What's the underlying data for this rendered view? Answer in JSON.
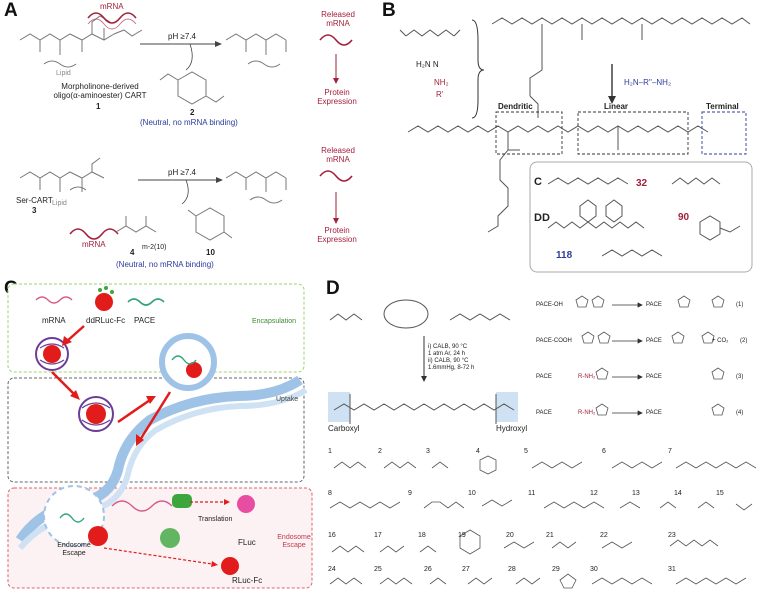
{
  "panel_a": {
    "letter": "A",
    "top_mrna": "mRNA",
    "ph_condition_top": "pH ≥7.4",
    "top_lipid": "Lipid",
    "cart1_name": "Morpholinone-derived\noligo(α-aminoester) CART",
    "cart1_number": "1",
    "product2_number": "2",
    "product2_note": "(Neutral, no mRNA binding)",
    "released_mrna_top": "Released\nmRNA",
    "protein_expression_top": "Protein\nExpression",
    "cart3_name": "Ser-CART",
    "cart3_number": "3",
    "bottom_lipid": "Lipid",
    "bottom_mrna": "mRNA",
    "ph_condition_bottom": "pH ≥7.4",
    "product4_number": "4",
    "product4_sub": "m-2(10)",
    "product10_number": "10",
    "product10_note": "(Neutral, no mRNA binding)",
    "released_mrna_bottom": "Released\nmRNA",
    "protein_expression_bottom": "Protein\nExpression"
  },
  "panel_b": {
    "letter": "B",
    "reagent_amine": "H₂N    N",
    "reagent_nh2": "NH₂",
    "reagent_r": "R'",
    "endcap": "H₂N–R''–NH₂",
    "dendritic": "Dendritic",
    "linear": "Linear",
    "terminal": "Terminal",
    "box_c": "C",
    "box_dd": "DD",
    "num_32": "32",
    "num_90": "90",
    "num_118": "118"
  },
  "panel_c": {
    "letter": "C",
    "mrna": "mRNA",
    "ddrluc": "ddRLuc-Fc",
    "pace": "PACE",
    "encapsulation": "Encapsulation",
    "uptake": "Uptake",
    "translation": "Translation",
    "fluc": "FLuc",
    "endosome_escape_left": "Endosome\nEscape",
    "endosome_escape_right": "Endosome\nEscape",
    "rluc": "RLuc-Fc"
  },
  "panel_d": {
    "letter": "D",
    "conditions": [
      "i) CALB, 90 °C",
      "1 atm Ar, 24 h",
      "ii) CALB, 90 °C",
      "1.6mmHg, 8-72 h"
    ],
    "carboxyl": "Carboxyl",
    "hydroxyl": "Hydroxyl",
    "rxn1_reactant": "PACE-OH",
    "rxn1_product": "PACE",
    "rxn1_num": "(1)",
    "rxn2_reactant": "PACE-COOH",
    "rxn2_product": "PACE",
    "rxn2_byproduct": "+ CO₂",
    "rxn2_num": "(2)",
    "rxn3_reactant": "PACE",
    "rxn3_amine": "R-NH₂",
    "rxn3_product": "PACE",
    "rxn3_num": "(3)",
    "rxn4_reactant": "PACE",
    "rxn4_amine": "R-NH₂",
    "rxn4_product": "PACE",
    "rxn4_num": "(4)",
    "amine_numbers": [
      "1",
      "2",
      "3",
      "4",
      "5",
      "6",
      "7",
      "8",
      "9",
      "10",
      "11",
      "12",
      "13",
      "14",
      "15",
      "16",
      "17",
      "18",
      "19",
      "20",
      "21",
      "22",
      "23",
      "24",
      "25",
      "26",
      "27",
      "28",
      "29",
      "30",
      "31"
    ]
  },
  "colors": {
    "mrna_red": "#a31f3a",
    "blue": "#2b3c9c",
    "green_box": "#9bd66a",
    "red_box": "#e06070",
    "membrane": "#9ec3e6",
    "nanoparticle": "#6a3d9a",
    "highlight": "#cfe2f3"
  }
}
